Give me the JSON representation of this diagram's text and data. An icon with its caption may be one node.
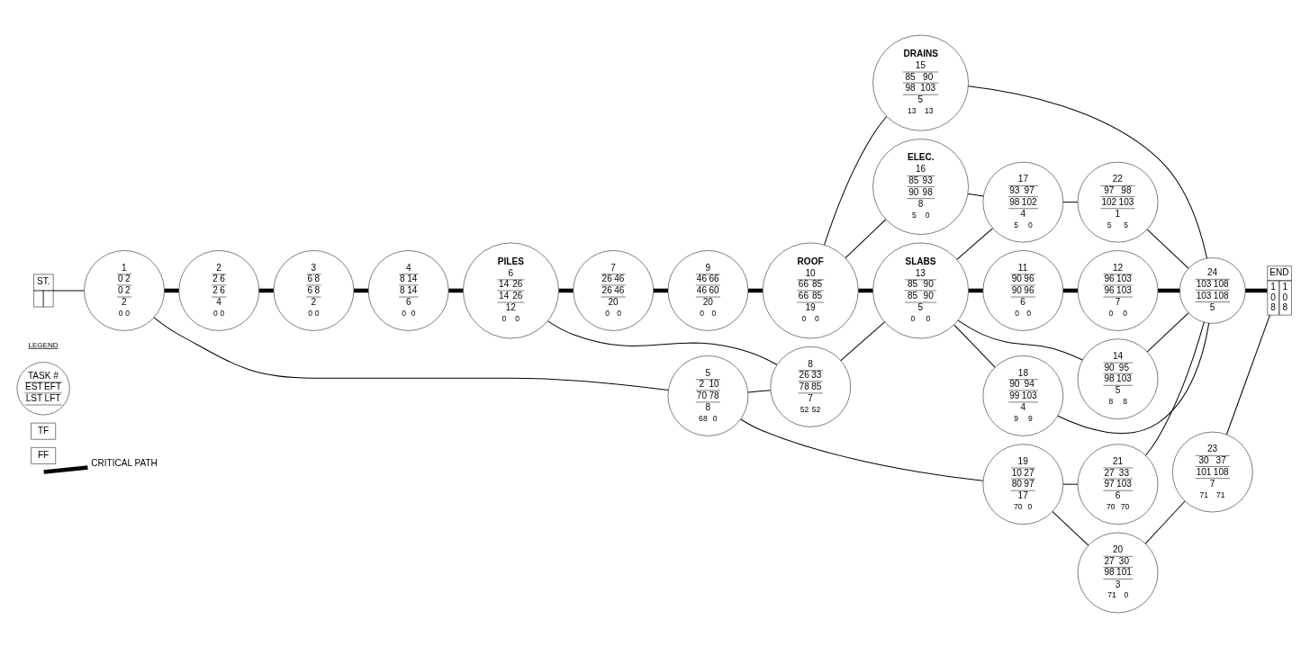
{
  "diagram": {
    "nodes": [
      {
        "text": [
          "TASK #",
          "EST",
          "EFT",
          "LST",
          "LFT"
        ]
      },
      {
        "text": [
          "TF"
        ]
      },
      {
        "text": [
          "FF"
        ]
      },
      {
        "text": [
          "ST."
        ]
      },
      {
        "text": [
          "1",
          "0",
          "2",
          "0",
          "2",
          "2",
          "0",
          "0"
        ]
      },
      {
        "text": [
          "2",
          "2",
          "6",
          "2",
          "6",
          "4",
          "0",
          "0"
        ]
      },
      {
        "text": [
          "3",
          "6",
          "8",
          "6",
          "8",
          "2",
          "0",
          "0"
        ]
      },
      {
        "text": [
          "4",
          "8",
          "14",
          "8",
          "14",
          "6",
          "0",
          "0"
        ]
      },
      {
        "text": [
          "PILES",
          "6",
          "14",
          "26",
          "14",
          "26",
          "12",
          "0",
          "0"
        ]
      },
      {
        "text": [
          "7",
          "26",
          "46",
          "26",
          "46",
          "20",
          "0",
          "0"
        ]
      },
      {
        "text": [
          "9",
          "46",
          "66",
          "46",
          "60",
          "20",
          "0",
          "0"
        ]
      },
      {
        "text": [
          "ROOF",
          "10",
          "66",
          "85",
          "66",
          "85",
          "19",
          "0",
          "0"
        ]
      },
      {
        "text": [
          "DRAINS",
          "15",
          "85",
          "90",
          "98",
          "103",
          "5",
          "13",
          "13"
        ]
      },
      {
        "text": [
          "ELEC.",
          "16",
          "85",
          "93",
          "90",
          "98",
          "8",
          "5",
          "0"
        ]
      },
      {
        "text": [
          "17",
          "93",
          "97",
          "98",
          "102",
          "4",
          "5",
          "0"
        ]
      },
      {
        "text": [
          "22",
          "97",
          "98",
          "102",
          "103",
          "1",
          "5",
          "5"
        ]
      },
      {
        "text": [
          "11",
          "90",
          "96",
          "90",
          "96",
          "6",
          "0",
          "0"
        ]
      },
      {
        "text": [
          "12",
          "96",
          "103",
          "96",
          "103",
          "7",
          "0",
          "0"
        ]
      },
      {
        "text": [
          "24",
          "103",
          "108",
          "103",
          "108",
          "5"
        ]
      },
      {
        "text": [
          "END",
          "108",
          "108"
        ]
      },
      {
        "text": [
          "SLABS",
          "13",
          "85",
          "90",
          "85",
          "90",
          "5",
          "0",
          "0"
        ]
      },
      {
        "text": [
          "8",
          "26",
          "33",
          "78",
          "85",
          "7",
          "52",
          "52"
        ]
      },
      {
        "text": [
          "14",
          "90",
          "95",
          "98",
          "103",
          "5",
          "8",
          "8"
        ]
      },
      {
        "text": [
          "18",
          "90",
          "94",
          "99",
          "103",
          "4",
          "9",
          "9"
        ]
      },
      {
        "text": [
          "21",
          "27",
          "33",
          "97",
          "103",
          "6",
          "70",
          "70"
        ]
      },
      {
        "text": [
          "5",
          "2",
          "10",
          "70",
          "78",
          "8",
          "68",
          "0"
        ]
      },
      {
        "text": [
          "19",
          "10",
          "27",
          "80",
          "97",
          "17",
          "70",
          "0"
        ]
      },
      {
        "text": [
          "20",
          "27",
          "30",
          "98",
          "101",
          "3",
          "71",
          "0"
        ]
      },
      {
        "text": [
          "23",
          "30",
          "37",
          "101",
          "108",
          "7",
          "71",
          "71"
        ]
      }
    ],
    "edges": [
      {
        "from": 3,
        "to": 4,
        "arrow": "none"
      },
      {
        "from": 4,
        "to": 5,
        "arrow": "none",
        "style": "thick"
      },
      {
        "from": 5,
        "to": 6,
        "arrow": "none",
        "style": "thick"
      },
      {
        "from": 6,
        "to": 7,
        "arrow": "none",
        "style": "thick"
      },
      {
        "from": 7,
        "to": 8,
        "arrow": "none",
        "style": "thick"
      },
      {
        "from": 8,
        "to": 9,
        "arrow": "none",
        "style": "thick"
      },
      {
        "from": 9,
        "to": 10,
        "arrow": "none",
        "style": "thick"
      },
      {
        "from": 10,
        "to": 11,
        "arrow": "none",
        "style": "thick"
      },
      {
        "from": 8,
        "to": 21,
        "arrow": "none"
      },
      {
        "from": 4,
        "to": 25,
        "arrow": "none"
      },
      {
        "from": 25,
        "to": 21,
        "arrow": "none"
      },
      {
        "from": 21,
        "to": 20,
        "arrow": "none"
      },
      {
        "from": 11,
        "to": 12,
        "arrow": "none"
      },
      {
        "from": 11,
        "to": 13,
        "arrow": "none"
      },
      {
        "from": 11,
        "to": 20,
        "arrow": "none",
        "style": "thick"
      },
      {
        "from": 12,
        "to": 18,
        "arrow": "none"
      },
      {
        "from": 13,
        "to": 14,
        "arrow": "none"
      },
      {
        "from": 14,
        "to": 15,
        "arrow": "none"
      },
      {
        "from": 15,
        "to": 18,
        "arrow": "none"
      },
      {
        "from": 20,
        "to": 14,
        "arrow": "none"
      },
      {
        "from": 20,
        "to": 16,
        "arrow": "none",
        "style": "thick"
      },
      {
        "from": 16,
        "to": 17,
        "arrow": "none",
        "style": "thick"
      },
      {
        "from": 17,
        "to": 18,
        "arrow": "none",
        "style": "thick"
      },
      {
        "from": 18,
        "to": 19,
        "arrow": "none",
        "style": "thick"
      },
      {
        "from": 20,
        "to": 22,
        "arrow": "none"
      },
      {
        "from": 22,
        "to": 18,
        "arrow": "none"
      },
      {
        "from": 20,
        "to": 23,
        "arrow": "none"
      },
      {
        "from": 23,
        "to": 18,
        "arrow": "none"
      },
      {
        "from": 26,
        "to": 24,
        "arrow": "none"
      },
      {
        "from": 24,
        "to": 18,
        "arrow": "none"
      },
      {
        "from": 25,
        "to": 26,
        "arrow": "none"
      },
      {
        "from": 26,
        "to": 27,
        "arrow": "none"
      },
      {
        "from": 27,
        "to": 28,
        "arrow": "none"
      },
      {
        "from": 28,
        "to": 19,
        "arrow": "none"
      }
    ],
    "labels": [
      "LEGEND"
    ],
    "legend": [
      {
        "text": "CRITICAL PATH"
      }
    ]
  }
}
